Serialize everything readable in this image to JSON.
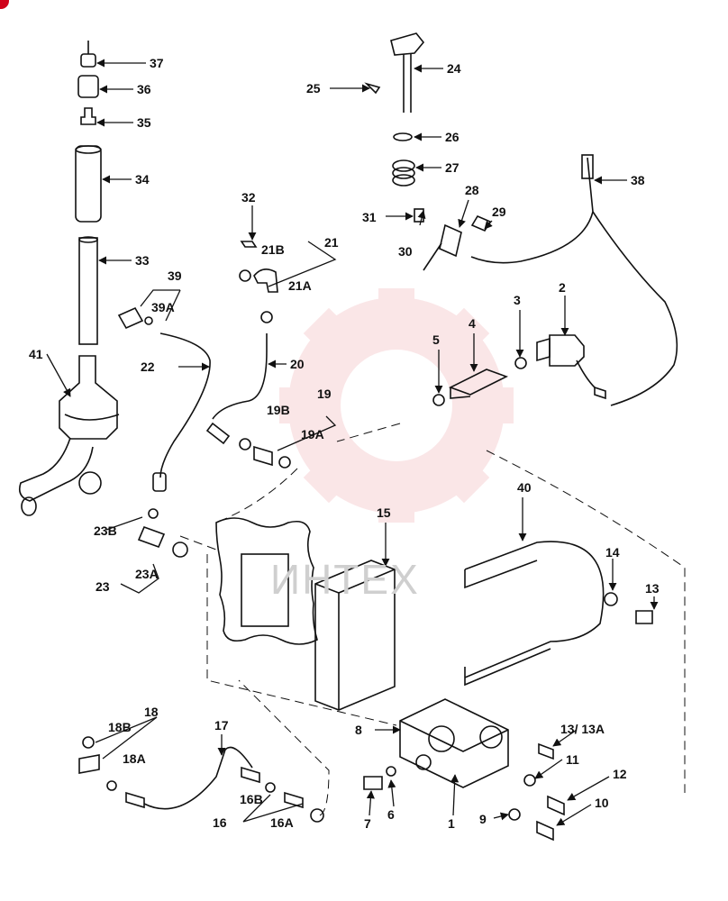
{
  "diagram": {
    "type": "exploded-parts-view",
    "watermark_text": "ИНТЕХ",
    "watermark_color": "#f2b8bd",
    "accent_color": "#d0021b",
    "callouts": [
      "37",
      "36",
      "35",
      "34",
      "33",
      "39",
      "39A",
      "41",
      "22",
      "32",
      "21B",
      "21",
      "21A",
      "20",
      "19B",
      "19",
      "19A",
      "23B",
      "23",
      "23A",
      "24",
      "25",
      "26",
      "27",
      "28",
      "29",
      "31",
      "30",
      "38",
      "5",
      "4",
      "3",
      "2",
      "15",
      "40",
      "14",
      "13",
      "8",
      "13/ 13A",
      "11",
      "12",
      "10",
      "9",
      "6",
      "7",
      "1",
      "18",
      "18B",
      "18A",
      "17",
      "16B",
      "16",
      "16A"
    ]
  }
}
